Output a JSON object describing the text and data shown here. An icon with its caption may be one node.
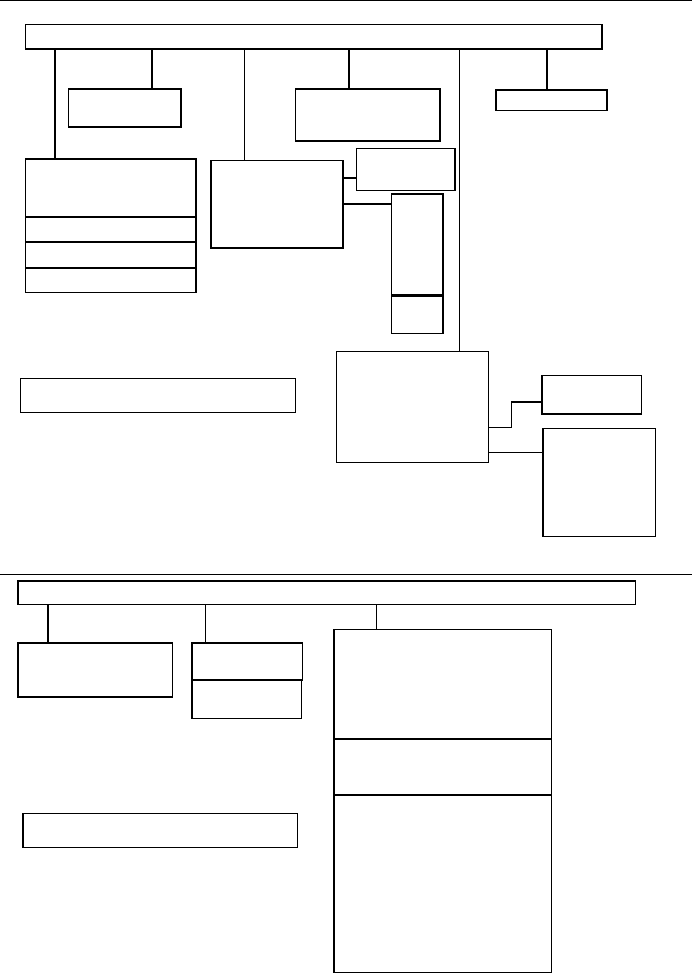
{
  "diagram": {
    "nodes": [
      {
        "text": [],
        "shape": "box"
      },
      {
        "text": [],
        "shape": "box"
      },
      {
        "text": [],
        "shape": "box"
      },
      {
        "text": [],
        "shape": "box"
      },
      {
        "text": [],
        "shape": "box"
      },
      {
        "text": [],
        "shape": "box"
      },
      {
        "text": [],
        "shape": "box"
      },
      {
        "text": [],
        "shape": "box"
      },
      {
        "text": [],
        "shape": "box"
      },
      {
        "text": [],
        "shape": "box"
      },
      {
        "text": [],
        "shape": "box"
      },
      {
        "text": [],
        "shape": "box"
      },
      {
        "text": [],
        "shape": "box"
      },
      {
        "text": [],
        "shape": "box"
      },
      {
        "text": [],
        "shape": "box"
      },
      {
        "text": [],
        "shape": "box"
      },
      {
        "text": [],
        "shape": "box"
      },
      {
        "text": [],
        "shape": "box"
      },
      {
        "text": [],
        "shape": "box"
      },
      {
        "text": [],
        "shape": "box"
      },
      {
        "text": [],
        "shape": "box"
      },
      {
        "text": [],
        "shape": "box"
      },
      {
        "text": [],
        "shape": "box"
      },
      {
        "text": [],
        "shape": "box"
      }
    ],
    "edges": [
      {
        "from": 0,
        "to": 4,
        "arrow": "none"
      },
      {
        "from": 0,
        "to": 1,
        "arrow": "none"
      },
      {
        "from": 0,
        "to": 8,
        "arrow": "none"
      },
      {
        "from": 0,
        "to": 2,
        "arrow": "none"
      },
      {
        "from": 0,
        "to": 13,
        "arrow": "none"
      },
      {
        "from": 0,
        "to": 3,
        "arrow": "none"
      },
      {
        "from": 8,
        "to": 9,
        "arrow": "none"
      },
      {
        "from": 8,
        "to": 10,
        "arrow": "none"
      },
      {
        "from": 13,
        "to": 14,
        "arrow": "none"
      },
      {
        "from": 13,
        "to": 15,
        "arrow": "none"
      },
      {
        "from": 16,
        "to": 17,
        "arrow": "none"
      },
      {
        "from": 16,
        "to": 18,
        "arrow": "none"
      },
      {
        "from": 16,
        "to": 21,
        "arrow": "none"
      }
    ]
  }
}
